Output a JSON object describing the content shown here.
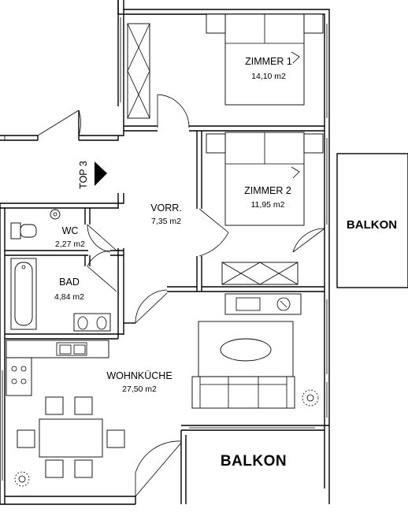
{
  "rooms": {
    "zimmer1": {
      "name": "ZIMMER 1",
      "area": "14,10 m2"
    },
    "zimmer2": {
      "name": "ZIMMER 2",
      "area": "11,95 m2"
    },
    "vorr": {
      "name": "VORR.",
      "area": "7,35 m2"
    },
    "wc": {
      "name": "WC",
      "area": "2,27 m2"
    },
    "bad": {
      "name": "BAD",
      "area": "4,84 m2"
    },
    "wohnkueche": {
      "name": "WOHNKÜCHE",
      "area": "27,50 m2"
    }
  },
  "balconies": {
    "east": "BALKON",
    "south": "BALKON"
  },
  "unit": {
    "label": "TOP 3"
  }
}
